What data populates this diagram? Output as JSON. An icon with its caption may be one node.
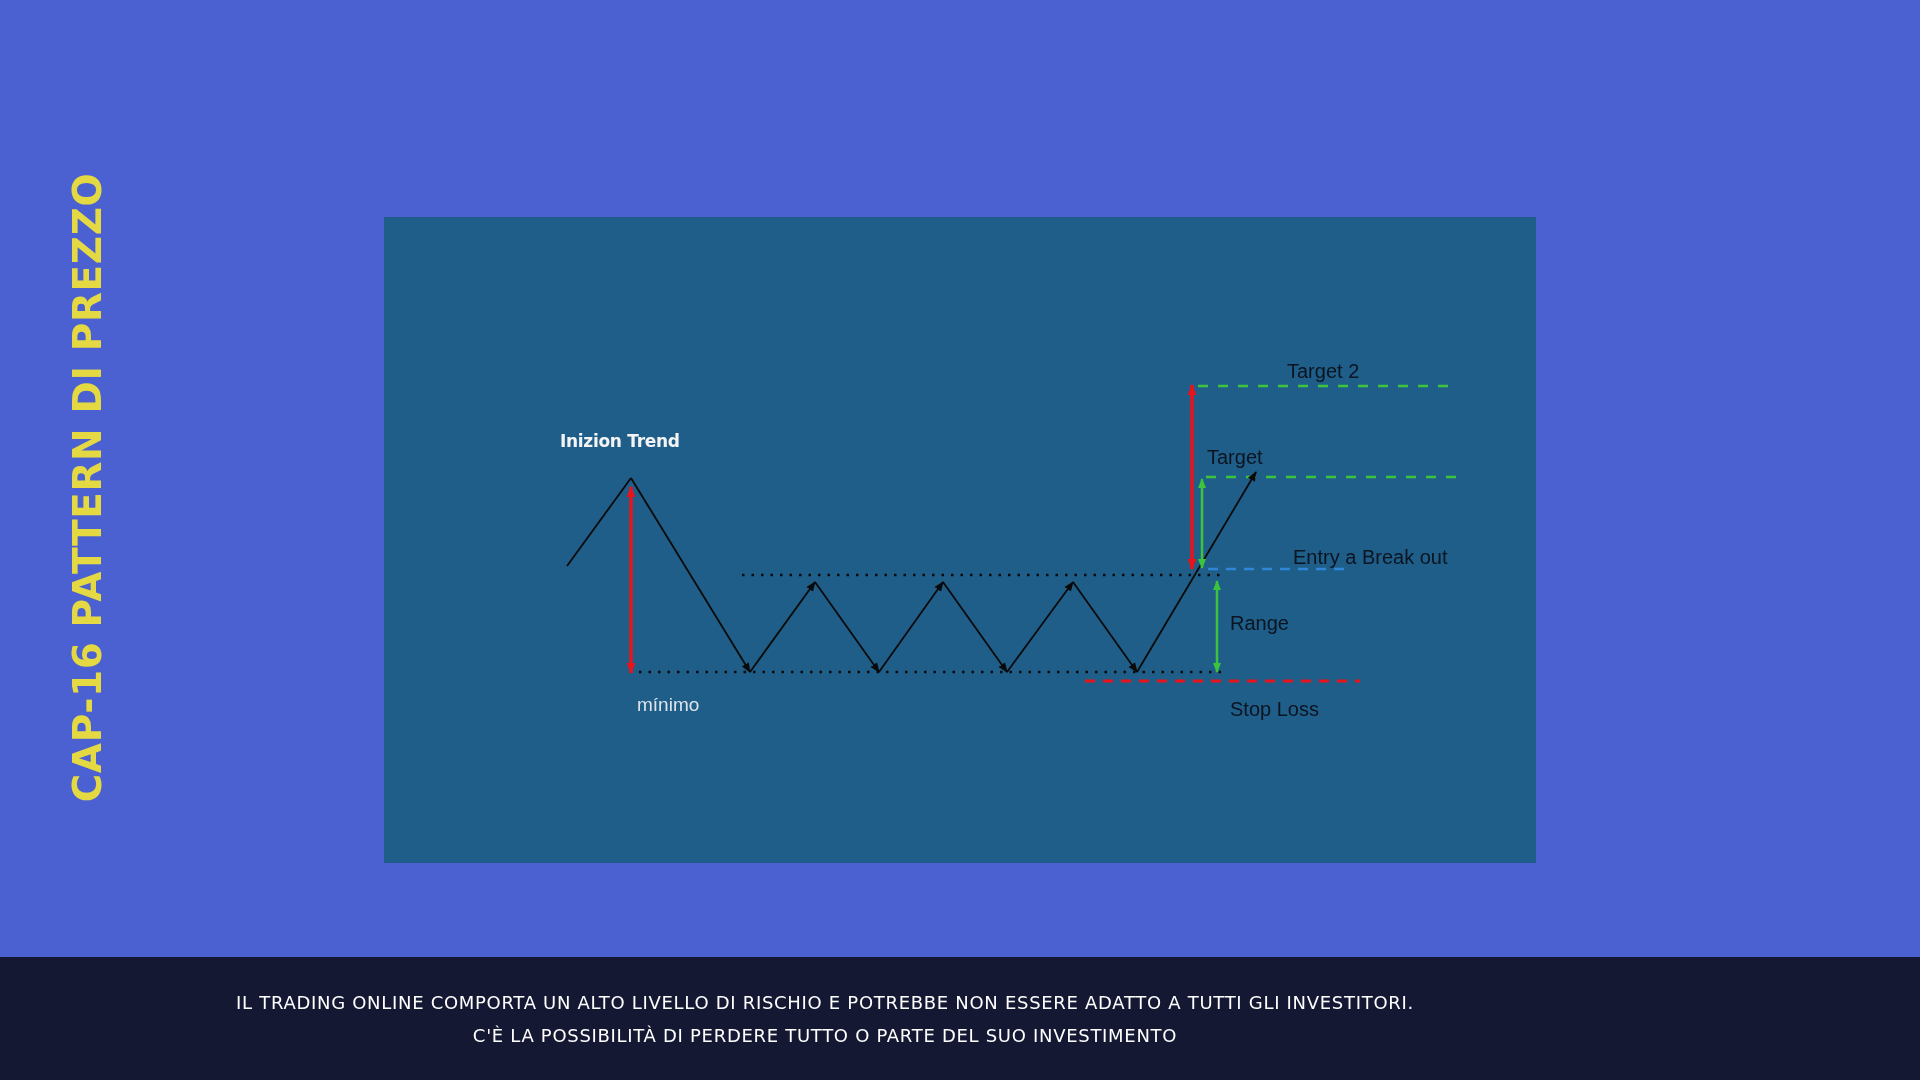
{
  "diagram": {
    "title": "CAP-16 PATTERN DI PREZZO",
    "labels": [
      "Target 2",
      "Inizion Trend",
      "Target",
      "Entry a Break out",
      "Range",
      "mínimo",
      "Stop Loss",
      "IL TRADING ONLINE COMPORTA UN ALTO LIVELLO DI RISCHIO E POTREBBE NON ESSERE ADATTO A TUTTI GLI INVESTITORI.",
      "C'È LA POSSIBILITÀ DI PERDERE TUTTO O PARTE DEL SUO INVESTIMENTO"
    ]
  }
}
